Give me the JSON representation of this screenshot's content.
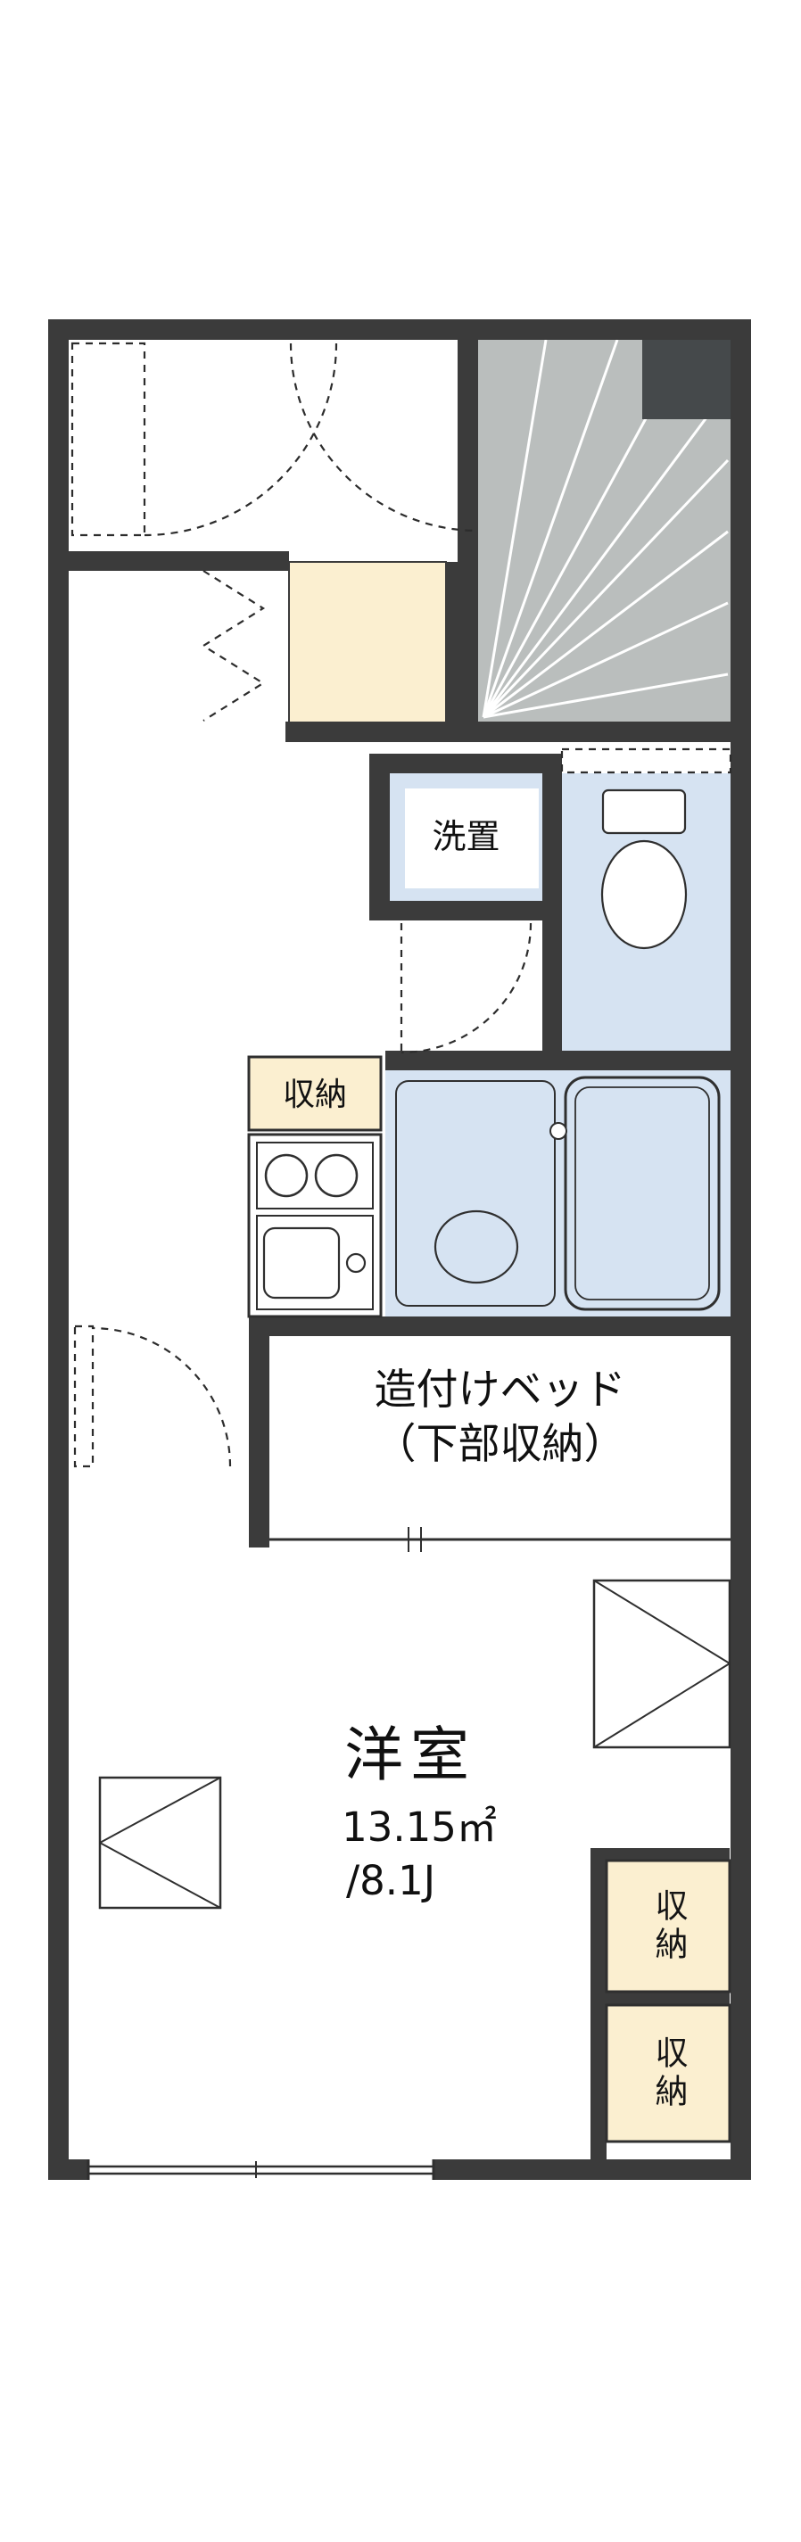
{
  "floor_plan": {
    "labels": {
      "washer": "洗置",
      "kitchen_storage": "収納",
      "bed_line1": "造付けベッド",
      "bed_line2": "（下部収納）",
      "room_name": "洋室",
      "room_area_m2": "13.15㎡",
      "room_area_jo": "/8.1J",
      "storage_right_top": "収納",
      "storage_right_bottom": "収納"
    },
    "colors": {
      "wall": "#3b3b3b",
      "water_room_blue": "#d6e3f2",
      "storage_cream": "#fbefd0",
      "stair_gray": "#babebd",
      "stair_landing_dark": "#45494b"
    }
  }
}
